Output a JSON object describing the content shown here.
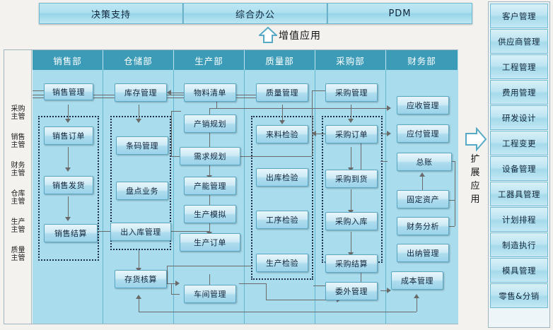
{
  "top_tabs": [
    {
      "label": "决策支持"
    },
    {
      "label": "综合办公"
    },
    {
      "label": "PDM"
    }
  ],
  "value_arrow": {
    "icon": "arrow-up-icon",
    "label": "增值应用"
  },
  "extension_arrow": {
    "icon": "arrow-right-icon",
    "chars": [
      "扩",
      "展",
      "应",
      "用"
    ]
  },
  "role_labels": [
    {
      "line1": "采购",
      "line2": "主管"
    },
    {
      "line1": "销售",
      "line2": "主管"
    },
    {
      "line1": "财务",
      "line2": "主管"
    },
    {
      "line1": "仓库",
      "line2": "主管"
    },
    {
      "line1": "生产",
      "line2": "主管"
    },
    {
      "line1": "质量",
      "line2": "主管"
    }
  ],
  "columns": [
    {
      "header": "销售部",
      "nodes": [
        "销售管理",
        "销售订单",
        "销售发货",
        "销售结算"
      ]
    },
    {
      "header": "仓储部",
      "nodes": [
        "库存管理",
        "条码管理",
        "盘点业务",
        "出入库管理",
        "存货核算"
      ]
    },
    {
      "header": "生产部",
      "nodes": [
        "物料清单",
        "产销规划",
        "需求规划",
        "产能管理",
        "生产模拟",
        "生产订单",
        "车间管理"
      ]
    },
    {
      "header": "质量部",
      "nodes": [
        "质量管理",
        "来料检验",
        "出库检验",
        "工序检验",
        "生产检验"
      ]
    },
    {
      "header": "采购部",
      "nodes": [
        "采购管理",
        "采购订单",
        "采购到货",
        "采购入库",
        "采购结算",
        "委外管理"
      ]
    },
    {
      "header": "财务部",
      "nodes": [
        "应收管理",
        "应付管理",
        "总账",
        "固定资产",
        "财务分析",
        "出纳管理",
        "成本管理"
      ]
    }
  ],
  "extensions": [
    {
      "label": "客户管理"
    },
    {
      "label": "供应商管理"
    },
    {
      "label": "工程管理"
    },
    {
      "label": "费用管理"
    },
    {
      "label": "研发设计"
    },
    {
      "label": "工程变更"
    },
    {
      "label": "设备管理"
    },
    {
      "label": "工器具管理"
    },
    {
      "label": "计划排程"
    },
    {
      "label": "制造执行"
    },
    {
      "label": "模具管理"
    },
    {
      "label": "零售&分销"
    }
  ],
  "colors": {
    "header_teal": "#3c9cb8",
    "column_body": "#a9ddee",
    "node_border": "#5aa8c4",
    "page_bg": "#f4f2ee",
    "connector": "#6a6a6a",
    "dash_group": "#1c2d4a"
  }
}
